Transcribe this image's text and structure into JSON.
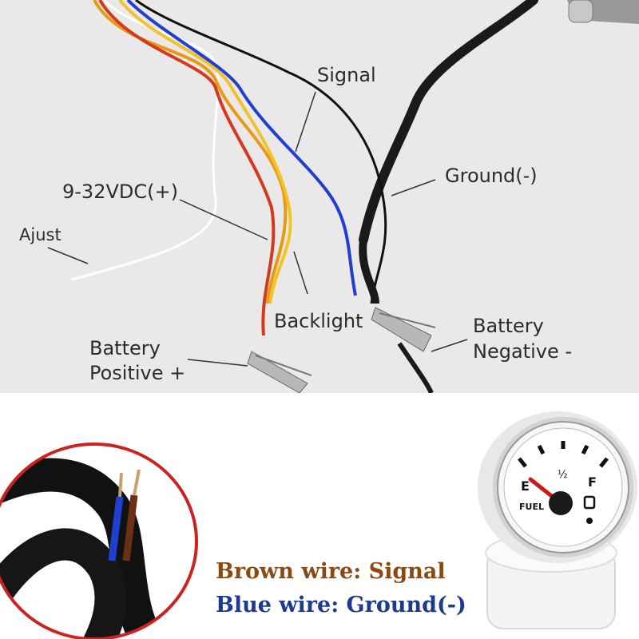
{
  "labels": {
    "signal": "Signal",
    "ground": "Ground(-)",
    "voltage": "9-32VDC(+)",
    "adjust": "Ajust",
    "backlight": "Backlight",
    "battery_negative_line1": "Battery",
    "battery_negative_line2": "Negative -",
    "battery_positive_line1": "Battery",
    "battery_positive_line2": "Positive +"
  },
  "captions": {
    "brown_wire": "Brown wire: Signal",
    "blue_wire": "Blue wire: Ground(-)"
  },
  "gauge": {
    "empty_mark": "E",
    "half_mark": "½",
    "full_mark": "F",
    "fuel_label": "FUEL"
  },
  "colors": {
    "background": "#ece9ea",
    "brown_caption": "#8a4a12",
    "blue_caption": "#1d3a8f",
    "circle_border": "#cc2222"
  }
}
